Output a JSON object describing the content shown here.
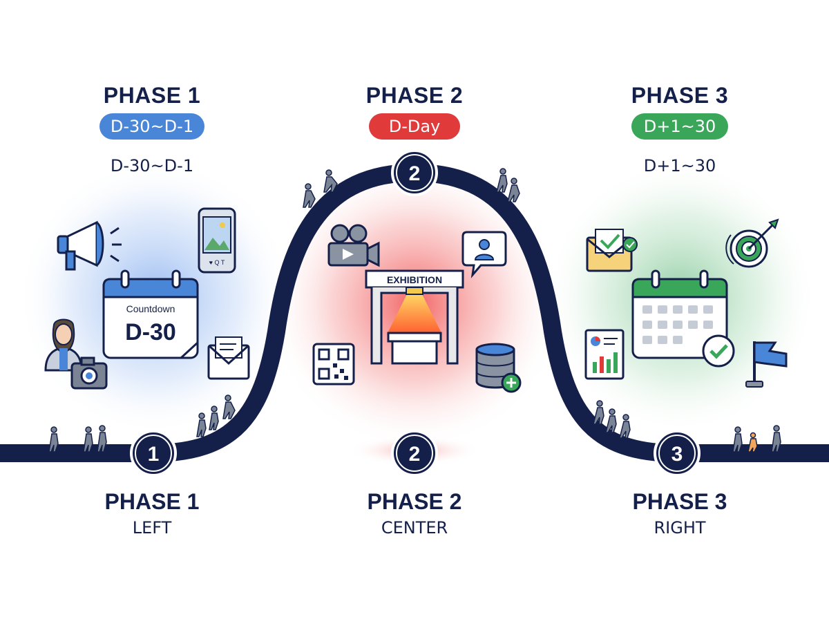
{
  "top": [
    {
      "title": "PHASE 1",
      "pill": "D-30~D-1",
      "pill_color": "#4a86d8",
      "range": "D-30~D-1"
    },
    {
      "title": "PHASE 2",
      "pill": "D-Day",
      "pill_color": "#e03a3a",
      "range": ""
    },
    {
      "title": "PHASE 3",
      "pill": "D+1~30",
      "pill_color": "#3aa65a",
      "range": "D+1~30"
    }
  ],
  "bottom": [
    {
      "title": "PHASE 1",
      "sub": "LEFT"
    },
    {
      "title": "PHASE 2",
      "sub": "CENTER"
    },
    {
      "title": "PHASE 3",
      "sub": "RIGHT"
    }
  ],
  "markers": {
    "m1": "1",
    "m2_top": "2",
    "m2_bottom": "2",
    "m3": "3"
  },
  "calendar": {
    "label": "Countdown",
    "value": "D-30"
  },
  "phone_caption": "♥ Q T",
  "booth_label": "EXHIBITION",
  "colors": {
    "track": "#14204a",
    "phase1": "#4a86d8",
    "phase2": "#e03a3a",
    "phase3": "#3aa65a"
  }
}
